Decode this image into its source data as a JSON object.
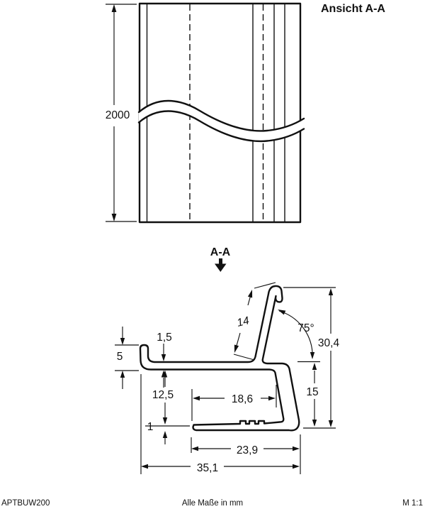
{
  "drawing": {
    "title": "Ansicht A-A",
    "section_label": "A-A",
    "elevation": {
      "length": "2000"
    },
    "profile_dims": {
      "arm_length": "14",
      "arm_angle": "75°",
      "overall_height": "30,4",
      "flange_thickness": "1,5",
      "lip_height": "5",
      "web_depth": "12,5",
      "inner_width": "18,6",
      "right_height": "15",
      "base_thickness": "1",
      "base_width": "23,9",
      "overall_width": "35,1"
    },
    "footer": {
      "part_number": "APTBUW200",
      "note": "Alle Maße in mm",
      "scale": "M 1:1"
    },
    "colors": {
      "ink": "#111111",
      "background": "#ffffff"
    }
  }
}
